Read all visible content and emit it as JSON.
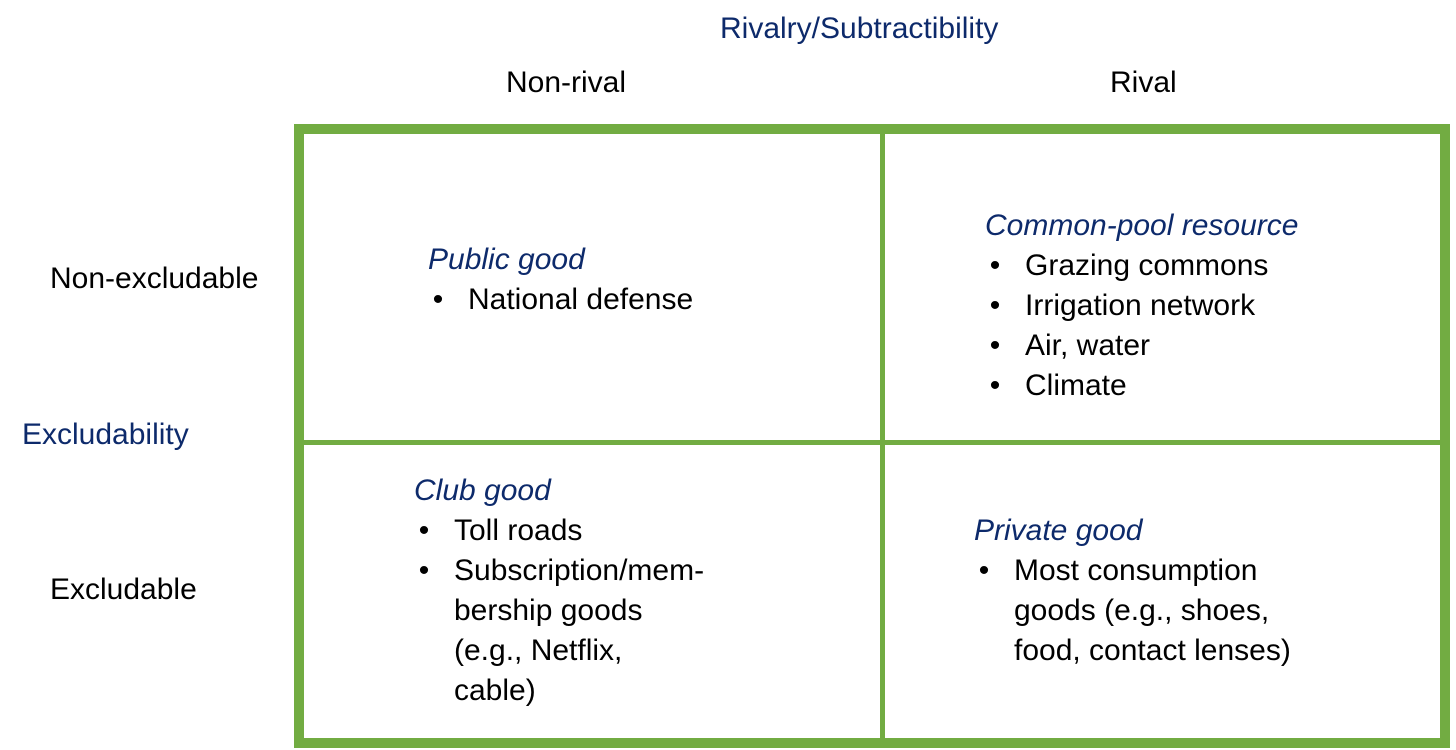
{
  "axes": {
    "top_title": "Rivalry/Subtractibility",
    "left_title": "Excludability",
    "columns": [
      "Non-rival",
      "Rival"
    ],
    "rows": [
      "Non-excludable",
      "Excludable"
    ]
  },
  "cells": {
    "public": {
      "title": "Public good",
      "items": [
        "National defense"
      ]
    },
    "common_pool": {
      "title": "Common-pool resource",
      "items": [
        "Grazing commons",
        "Irrigation network",
        "Air, water",
        "Climate"
      ]
    },
    "club": {
      "title": "Club good",
      "item1": "Toll roads",
      "item2_lines": [
        "Subscription/mem-",
        "bership goods",
        "(e.g., Netflix,",
        "cable)"
      ]
    },
    "private": {
      "title": "Private good",
      "item1_lines": [
        "Most consumption",
        "goods (e.g., shoes,",
        "food, contact lenses)"
      ]
    }
  },
  "bullet_symbol": "•",
  "colors": {
    "grid_green": "#72ac42",
    "title_navy": "#0d2a6b",
    "text": "#000000"
  }
}
